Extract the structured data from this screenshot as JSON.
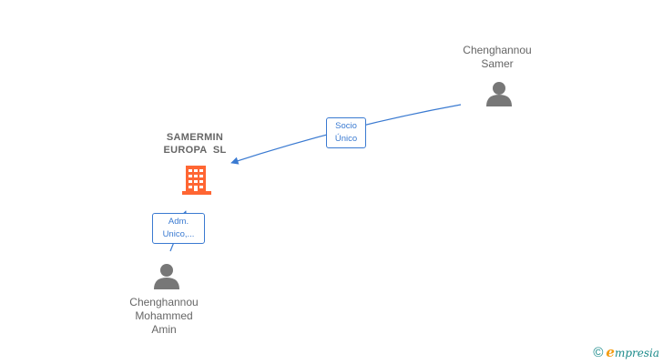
{
  "nodes": {
    "company": {
      "name_line1": "SAMERMIN",
      "name_line2": "EUROPA  SL",
      "icon": "building-icon",
      "color": "#ff6633"
    },
    "person_samer": {
      "line1": "Chenghannou",
      "line2": "Samer",
      "icon": "person-icon"
    },
    "person_mohammed": {
      "line1": "Chenghannou",
      "line2": "Mohammed",
      "line3": "Amin",
      "icon": "person-icon"
    }
  },
  "edges": {
    "samer_to_company": {
      "line1": "Socio",
      "line2": "Único"
    },
    "mohammed_to_company": {
      "line1": "Adm.",
      "line2": "Unico,..."
    }
  },
  "colors": {
    "edge": "#3a7ad1",
    "person": "#777777",
    "company": "#ff6633"
  },
  "brand": {
    "copyright": "©",
    "e": "e",
    "rest": "mpresia"
  }
}
